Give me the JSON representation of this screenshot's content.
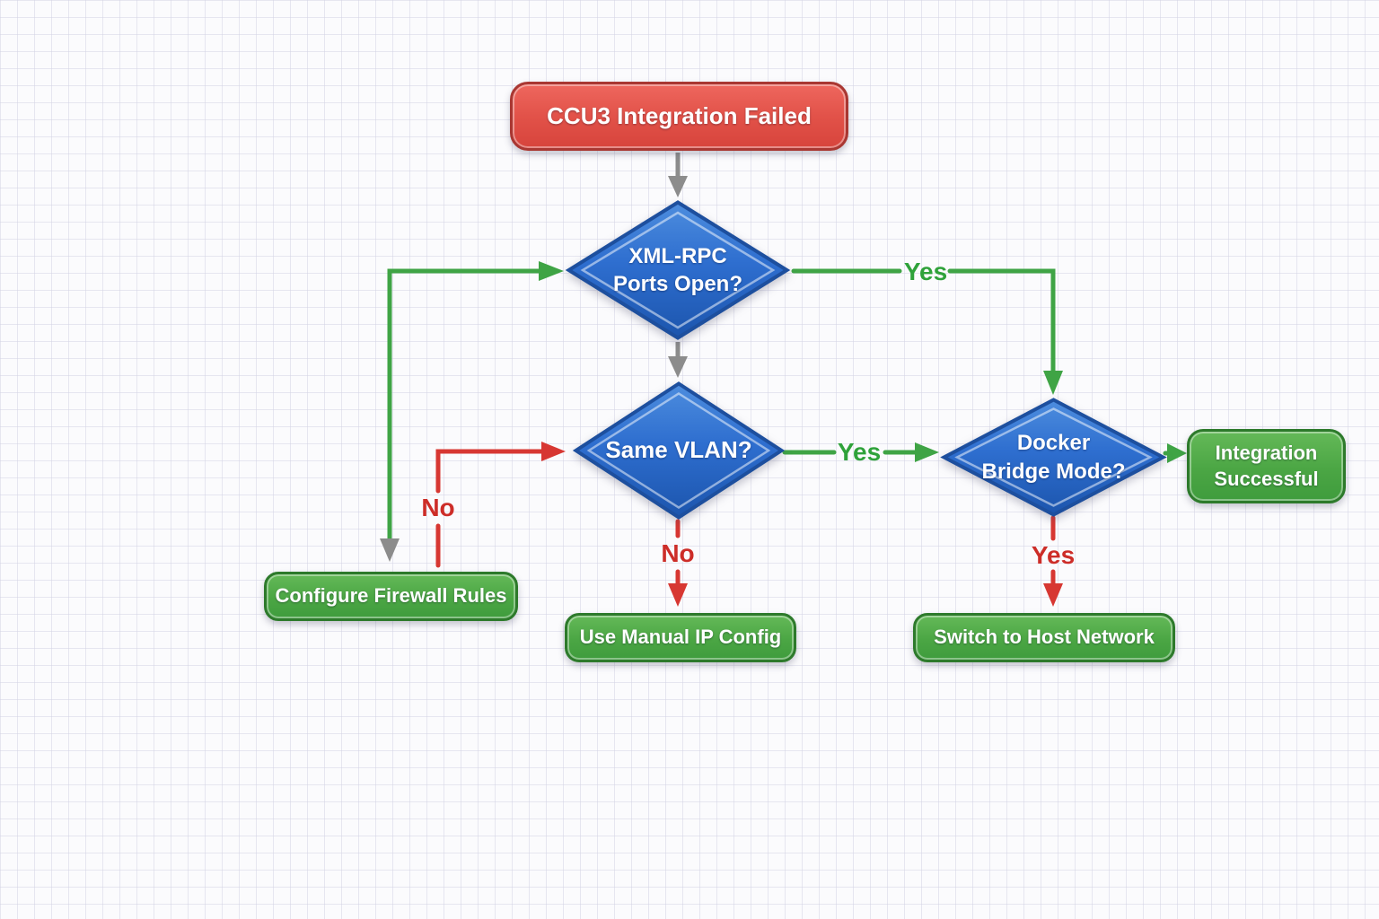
{
  "diagram": {
    "type": "flowchart",
    "nodes": {
      "start": {
        "label": "CCU3 Integration Failed"
      },
      "xmlrpc": {
        "line1": "XML-RPC",
        "line2": "Ports Open?"
      },
      "vlan": {
        "label": "Same VLAN?"
      },
      "docker": {
        "line1": "Docker",
        "line2": "Bridge Mode?"
      },
      "firewall": {
        "label": "Configure Firewall Rules"
      },
      "manual_ip": {
        "label": "Use Manual IP Config"
      },
      "host_network": {
        "label": "Switch to Host Network"
      },
      "success": {
        "line1": "Integration",
        "line2": "Successful"
      }
    },
    "edge_labels": {
      "xmlrpc_yes": "Yes",
      "vlan_yes": "Yes",
      "vlan_no": "No",
      "firewall_no": "No",
      "docker_yes": "Yes"
    },
    "colors": {
      "decision_fill": "#2e6ecf",
      "decision_border": "#1d4f9e",
      "action_fill": "#4aa544",
      "action_border": "#2d7a2b",
      "alert_fill": "#e05048",
      "alert_border": "#a93732",
      "edge_green": "#3fa445",
      "edge_red": "#d73732",
      "edge_gray": "#8c8c8c",
      "label_green": "#2fa23a",
      "label_red": "#cd2d28"
    }
  }
}
